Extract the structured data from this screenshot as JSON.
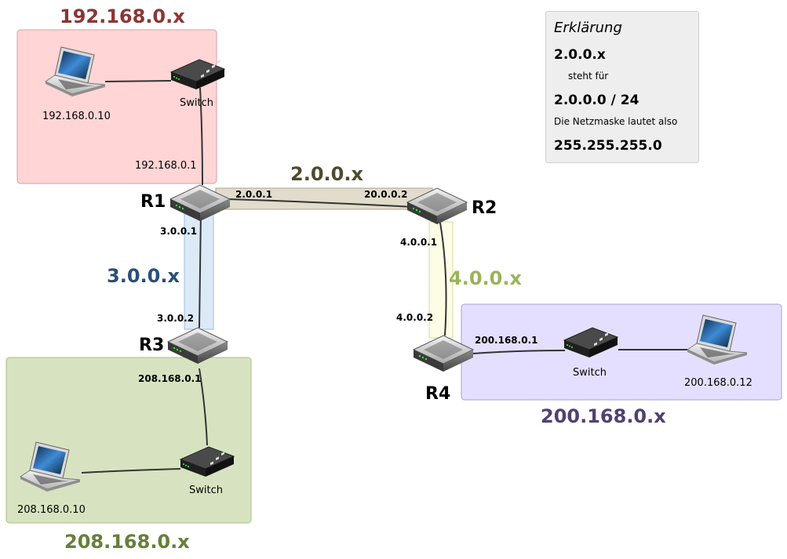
{
  "colors": {
    "net192_fill": "#ffd5d5",
    "net192_text": "#8b3535",
    "net208_fill": "#d7e3c0",
    "net208_text": "#667f3a",
    "net200_fill": "#e5dfff",
    "net200_text": "#4f4270",
    "link2_fill": "#e1dccb",
    "link2_text": "#4d4a2e",
    "link3_fill": "#dceaf8",
    "link3_text": "#2a4e78",
    "link4_fill": "#fdfde6",
    "link4_text": "#9ab35a"
  },
  "networks": {
    "net192": "192.168.0.x",
    "net208": "208.168.0.x",
    "net200": "200.168.0.x",
    "link2": "2.0.0.x",
    "link3": "3.0.0.x",
    "link4": "4.0.0.x"
  },
  "routers": {
    "r1": "R1",
    "r2": "R2",
    "r3": "R3",
    "r4": "R4"
  },
  "ips": {
    "laptop1": "192.168.0.10",
    "r1_lan": "192.168.0.1",
    "r1_to_r2": "2.0.0.1",
    "r2_to_r1": "20.0.0.2",
    "r1_to_r3": "3.0.0.1",
    "r3_to_r1": "3.0.0.2",
    "r2_to_r4": "4.0.0.1",
    "r4_to_r2": "4.0.0.2",
    "r3_lan": "208.168.0.1",
    "laptop3": "208.168.0.10",
    "r4_lan": "200.168.0.1",
    "laptop4": "200.168.0.12"
  },
  "switches": {
    "label": "Switch"
  },
  "legend": {
    "title": "Erklärung",
    "example": "2.0.0.x",
    "stands_for": "steht für",
    "cidr": "2.0.0.0 / 24",
    "mask_text": "Die Netzmaske lautet also",
    "mask": "255.255.255.0"
  }
}
